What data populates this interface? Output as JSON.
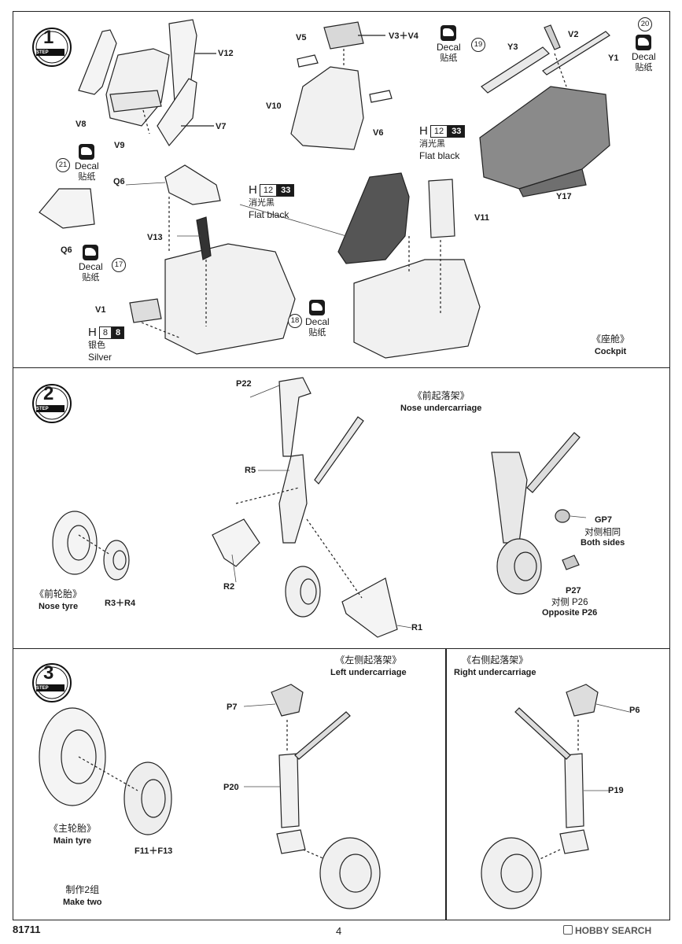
{
  "footer": {
    "kit_number": "81711",
    "page_number": "4",
    "watermark": "HOBBY SEARCH"
  },
  "step1": {
    "step_number": "1",
    "step_word": "STEP",
    "parts": {
      "v12": "V12",
      "v8": "V8",
      "v9": "V9",
      "v7": "V7",
      "v5": "V5",
      "v3v4": "V3＋V4",
      "v10": "V10",
      "v6": "V6",
      "v2": "V2",
      "y3": "Y3",
      "y1": "Y1",
      "y17": "Y17",
      "q6a": "Q6",
      "q6b": "Q6",
      "v13": "V13",
      "v1": "V1",
      "v11": "V11"
    },
    "decal_en": "Decal",
    "decal_cn": "贴纸",
    "decal_nums": {
      "d17": "17",
      "d18": "18",
      "d19": "19",
      "d20": "20",
      "d21": "21"
    },
    "flat_black": {
      "h": "H",
      "n1": "12",
      "n2": "33",
      "cn": "消光黑",
      "en": "Flat black"
    },
    "silver": {
      "h": "H",
      "n1": "8",
      "n2": "8",
      "cn": "银色",
      "en": "Silver"
    },
    "caption": {
      "cn": "《座舱》",
      "en": "Cockpit"
    }
  },
  "step2": {
    "step_number": "2",
    "step_word": "STEP",
    "caption": {
      "cn": "《前起落架》",
      "en": "Nose undercarriage"
    },
    "parts": {
      "p22": "P22",
      "r5": "R5",
      "r2": "R2",
      "r1": "R1",
      "r3r4": "R3＋R4",
      "gp7": "GP7",
      "p27": "P27"
    },
    "nose_tyre": {
      "cn": "《前轮胎》",
      "en": "Nose tyre"
    },
    "both_sides": {
      "cn": "对侧相同",
      "en": "Both sides"
    },
    "opposite": {
      "cn": "对侧 P26",
      "en": "Opposite P26"
    }
  },
  "step3": {
    "step_number": "3",
    "step_word": "STEP",
    "left": {
      "cn": "《左侧起落架》",
      "en": "Left undercarriage"
    },
    "right": {
      "cn": "《右侧起落架》",
      "en": "Right undercarriage"
    },
    "parts": {
      "p7": "P7",
      "p20": "P20",
      "p6": "P6",
      "p19": "P19",
      "f11f13": "F11＋F13"
    },
    "main_tyre": {
      "cn": "《主轮胎》",
      "en": "Main tyre"
    },
    "make_two": {
      "cn": "制作2组",
      "en": "Make two"
    }
  }
}
